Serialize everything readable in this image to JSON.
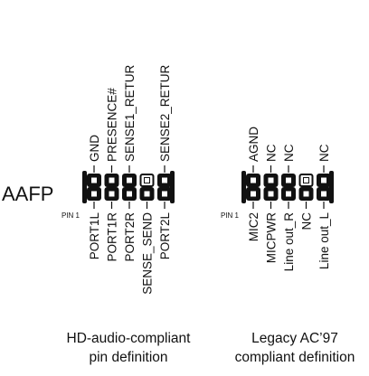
{
  "connector_label": "AAFP",
  "hd_audio": {
    "pin1_label": "PIN 1",
    "top_pins": [
      "GND",
      "PRESENCE#",
      "SENSE1_RETUR",
      "",
      "SENSE2_RETUR"
    ],
    "bottom_pins": [
      "PORT1L",
      "PORT1R",
      "PORT2R",
      "SENSE_SEND",
      "PORT2L"
    ],
    "caption_line1": "HD-audio-compliant",
    "caption_line2": "pin definition"
  },
  "legacy_ac97": {
    "pin1_label": "PIN 1",
    "top_pins": [
      "AGND",
      "NC",
      "NC",
      "",
      "NC"
    ],
    "bottom_pins": [
      "MIC2",
      "MICPWR",
      "Line out_R",
      "NC",
      "Line out_L"
    ],
    "caption_line1": "Legacy AC’97",
    "caption_line2": "compliant definition"
  }
}
